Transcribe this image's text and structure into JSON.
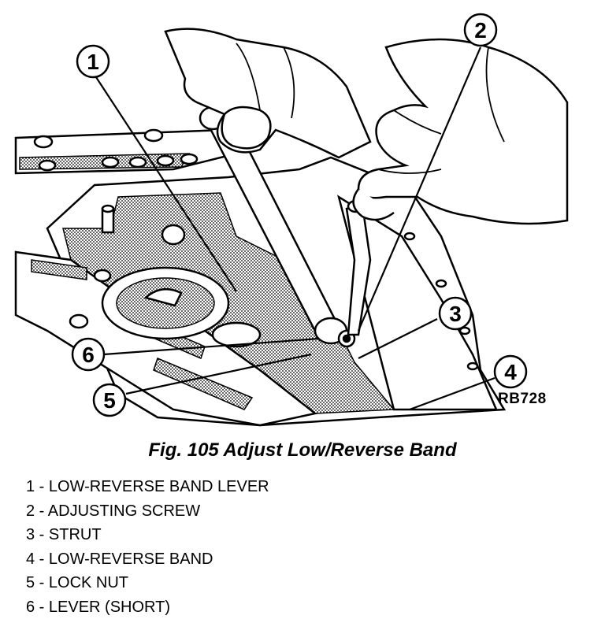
{
  "figure": {
    "caption": "Fig. 105 Adjust Low/Reverse Band",
    "code": "RB728"
  },
  "callouts": [
    {
      "num": "1"
    },
    {
      "num": "2"
    },
    {
      "num": "3"
    },
    {
      "num": "4"
    },
    {
      "num": "5"
    },
    {
      "num": "6"
    }
  ],
  "legend": [
    "1 - LOW-REVERSE BAND LEVER",
    "2 - ADJUSTING SCREW",
    "3 - STRUT",
    "4 - LOW-REVERSE BAND",
    "5 - LOCK NUT",
    "6 - LEVER (SHORT)"
  ],
  "colors": {
    "ink": "#000000",
    "paper": "#ffffff",
    "shade": "#b8b8b8"
  }
}
